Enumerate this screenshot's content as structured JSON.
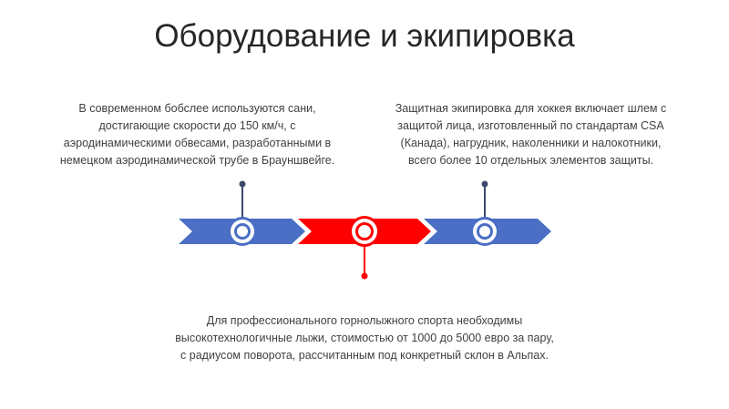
{
  "slide": {
    "title": "Оборудование и экипировка",
    "left_text": [
      "В современном бобслее используются сани,",
      "достигающие скорости до 150 км/ч,  с",
      "аэродинамическими обвесами, разработанными в",
      "немецком аэродинамической трубе в Брауншвейге."
    ],
    "right_text": [
      "Защитная экипировка для хоккея включает шлем с",
      "защитой лица, изготовленный по стандартам CSA",
      "(Канада),  нагрудник, наколенники и налокотники,",
      "всего более 10 отдельных элементов защиты."
    ],
    "bottom_text": [
      "Для профессионального горнолыжного спорта необходимы",
      "высокотехнологичные лыжи, стоимостью от 1000 до 5000 евро за пару,",
      "с радиусом поворота, рассчитанным под конкретный склон в Альпах."
    ],
    "colors": {
      "blue": "#4a6fc4",
      "red": "#ff0000",
      "dark": "#3a4a6b"
    }
  }
}
